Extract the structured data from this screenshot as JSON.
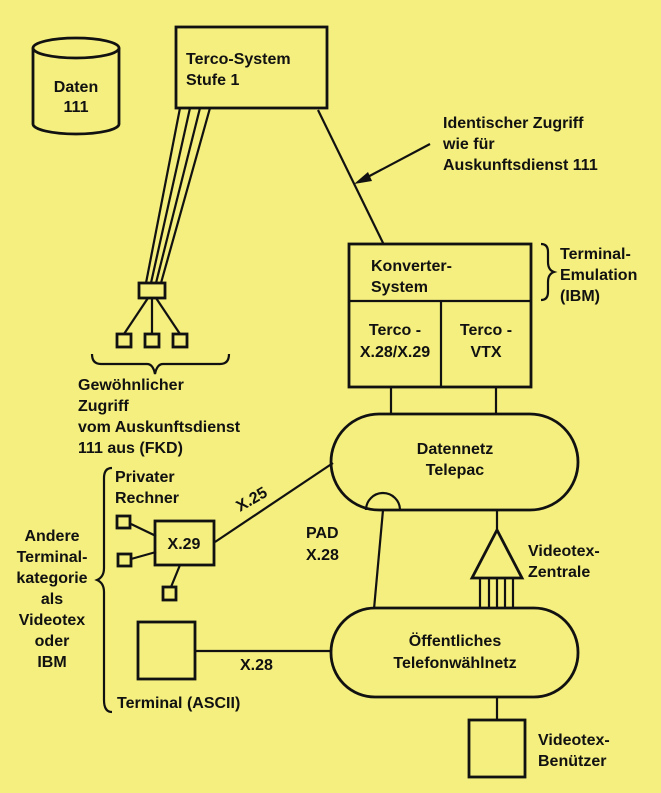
{
  "colors": {
    "background": "#f4ef7e",
    "ink": "#111111"
  },
  "daten": {
    "line1": "Daten",
    "line2": "111"
  },
  "terco_system": {
    "line1": "Terco-System",
    "line2": "Stufe 1"
  },
  "identischer": {
    "line1": "Identischer Zugriff",
    "line2": "wie für",
    "line3": "Auskunftsdienst 111"
  },
  "terminal_emulation": {
    "line1": "Terminal-",
    "line2": "Emulation",
    "line3": "(IBM)"
  },
  "konverter": {
    "line1": "Konverter-",
    "line2": "System"
  },
  "terco_x28": {
    "line1": "Terco -",
    "line2": "X.28/X.29"
  },
  "terco_vtx": {
    "line1": "Terco -",
    "line2": "VTX"
  },
  "gewoehnlicher": {
    "line1": "Gewöhnlicher",
    "line2": "Zugriff",
    "line3": "vom Auskunftsdienst",
    "line4": "111 aus (FKD)"
  },
  "datennetz": {
    "line1": "Datennetz",
    "line2": "Telepac"
  },
  "privater": {
    "line1": "Privater",
    "line2": "Rechner"
  },
  "x25": "X.25",
  "x29": "X.29",
  "andere": {
    "line1": "Andere",
    "line2": "Terminal-",
    "line3": "kategorie",
    "line4": "als",
    "line5": "Videotex",
    "line6": "oder",
    "line7": "IBM"
  },
  "pad": {
    "line1": "PAD",
    "line2": "X.28"
  },
  "videotex_zentrale": {
    "line1": "Videotex-",
    "line2": "Zentrale"
  },
  "oeffentliches": {
    "line1": "Öffentliches",
    "line2": "Telefonwählnetz"
  },
  "x28_link": "X.28",
  "terminal_ascii": "Terminal (ASCII)",
  "videotex_benutzer": {
    "line1": "Videotex-",
    "line2": "Benützer"
  }
}
